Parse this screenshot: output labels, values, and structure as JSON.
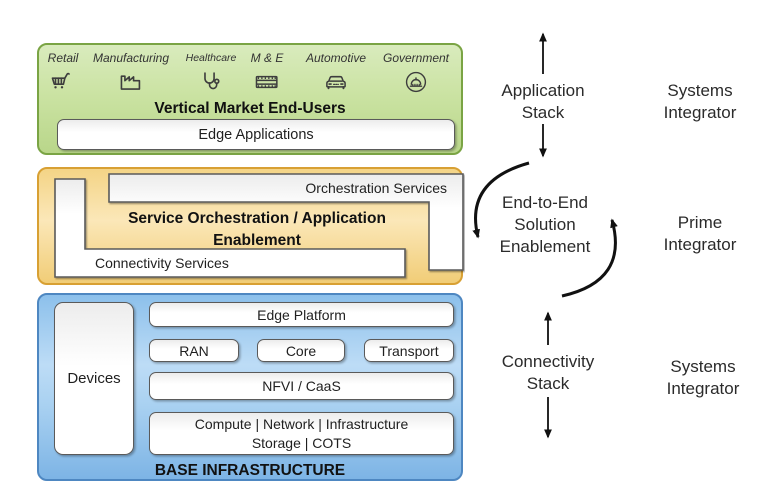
{
  "green": {
    "title": "Vertical Market End-Users",
    "edge_applications": "Edge Applications",
    "sectors": [
      {
        "label": "Retail",
        "icon": "shopping-cart-icon"
      },
      {
        "label": "Manufacturing",
        "icon": "factory-icon"
      },
      {
        "label": "Healthcare",
        "icon": "stethoscope-icon"
      },
      {
        "label": "M & E",
        "icon": "film-strip-icon"
      },
      {
        "label": "Automotive",
        "icon": "car-icon"
      },
      {
        "label": "Government",
        "icon": "capitol-dome-icon"
      }
    ],
    "fill": "#cbe3a3",
    "border": "#7aa444"
  },
  "orchestration": {
    "title": "Service Orchestration / Application Enablement",
    "orchestration_services": "Orchestration Services",
    "connectivity_services": "Connectivity Services",
    "fill": "#f8dfa0",
    "border": "#d8a033"
  },
  "infrastructure": {
    "title": "BASE INFRASTRUCTURE",
    "devices": "Devices",
    "edge_platform": "Edge Platform",
    "ran": "RAN",
    "core": "Core",
    "transport": "Transport",
    "nfvi_caas": "NFVI / CaaS",
    "compute_line": "Compute | Network | Infrastructure Storage | COTS",
    "fill": "#9ccaef",
    "border": "#4e87c1"
  },
  "annotations": {
    "application_stack": "Application Stack",
    "systems_integrator_top": "Systems Integrator",
    "end_to_end": "End-to-End Solution Enablement",
    "prime_integrator": "Prime Integrator",
    "connectivity_stack": "Connectivity Stack",
    "systems_integrator_bottom": "Systems Integrator",
    "arrow_color": "#111111"
  }
}
